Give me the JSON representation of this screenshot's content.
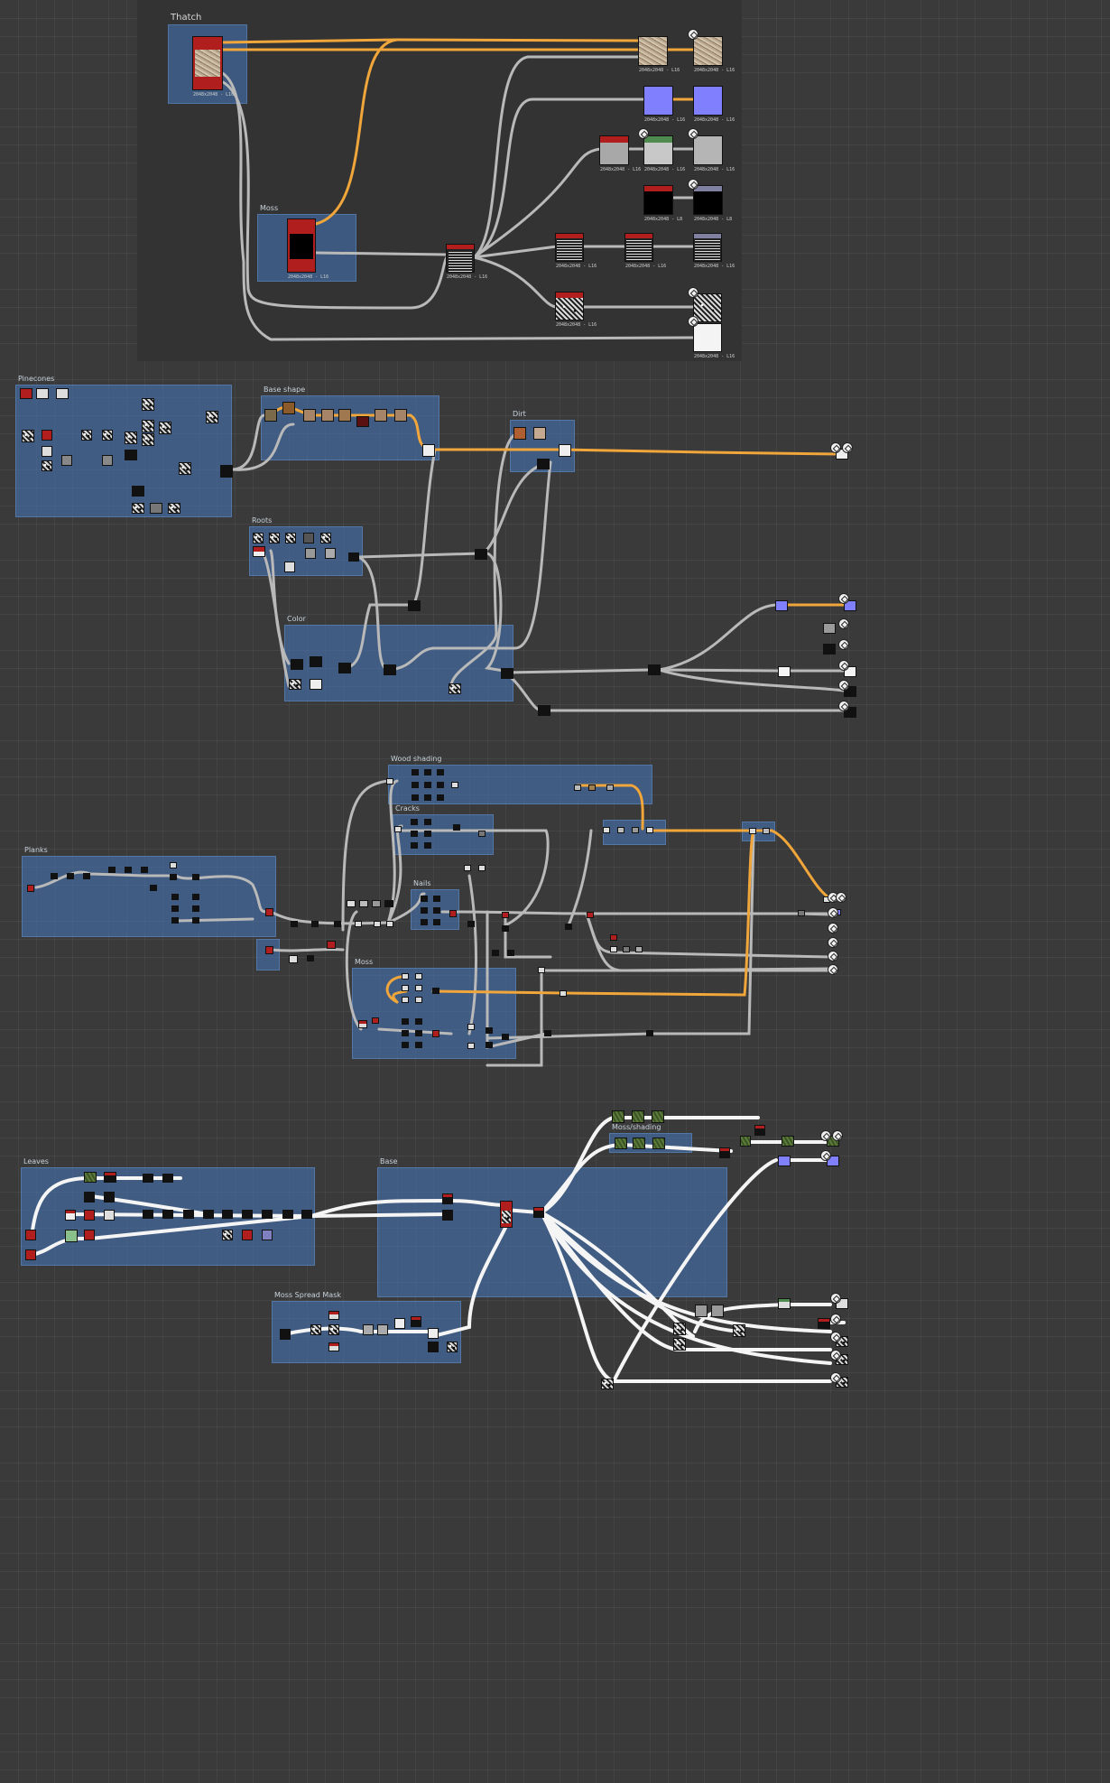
{
  "graph": {
    "frames": [
      {
        "id": "thatch",
        "title": "Thatch"
      },
      {
        "id": "moss",
        "title": "Moss"
      },
      {
        "id": "f1",
        "title": "Pinecones"
      },
      {
        "id": "f2",
        "title": "Base shape"
      },
      {
        "id": "f3",
        "title": "Dirt"
      },
      {
        "id": "f4",
        "title": "Roots"
      },
      {
        "id": "f5",
        "title": "Color"
      },
      {
        "id": "f6",
        "title": "Wood shading"
      },
      {
        "id": "f7",
        "title": "Cracks"
      },
      {
        "id": "f8",
        "title": "Planks"
      },
      {
        "id": "f9",
        "title": "Nails"
      },
      {
        "id": "f10",
        "title": "Moss"
      },
      {
        "id": "f11",
        "title": "Leaves"
      },
      {
        "id": "f12",
        "title": "Base"
      },
      {
        "id": "f13",
        "title": "Details"
      },
      {
        "id": "f14",
        "title": "Moss Spread Mask"
      },
      {
        "id": "f15",
        "title": "Moss/shading"
      }
    ],
    "node_label": "2048x2048 - L16",
    "node_label_8": "2048x2048 - L8",
    "colors": {
      "wire_gray": "#b9b9b9",
      "wire_orange": "#f0a63a",
      "wire_white": "#f5f5f5",
      "frame_blue": "#46789e",
      "header_red": "#b01e1e",
      "header_green": "#4f8a4f",
      "header_teal": "#2f7a7a"
    }
  }
}
